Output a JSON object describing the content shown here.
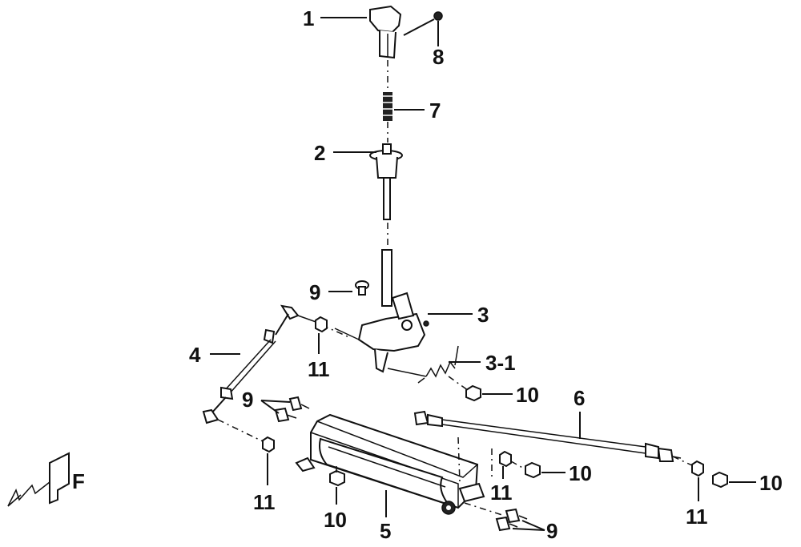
{
  "callouts": {
    "c1": "1",
    "c2": "2",
    "c3": "3",
    "c3_1": "3-1",
    "c4": "4",
    "c5": "5",
    "c6": "6",
    "c7": "7",
    "c8": "8",
    "c9_top": "9",
    "c9_left": "9",
    "c9_right": "9",
    "c10_a": "10",
    "c10_b": "10",
    "c10_c": "10",
    "c10_d": "10",
    "c11_a": "11",
    "c11_b": "11",
    "c11_c": "11",
    "c11_d": "11"
  },
  "front_marker": "F",
  "colors": {
    "ink": "#111111",
    "background": "#ffffff"
  }
}
